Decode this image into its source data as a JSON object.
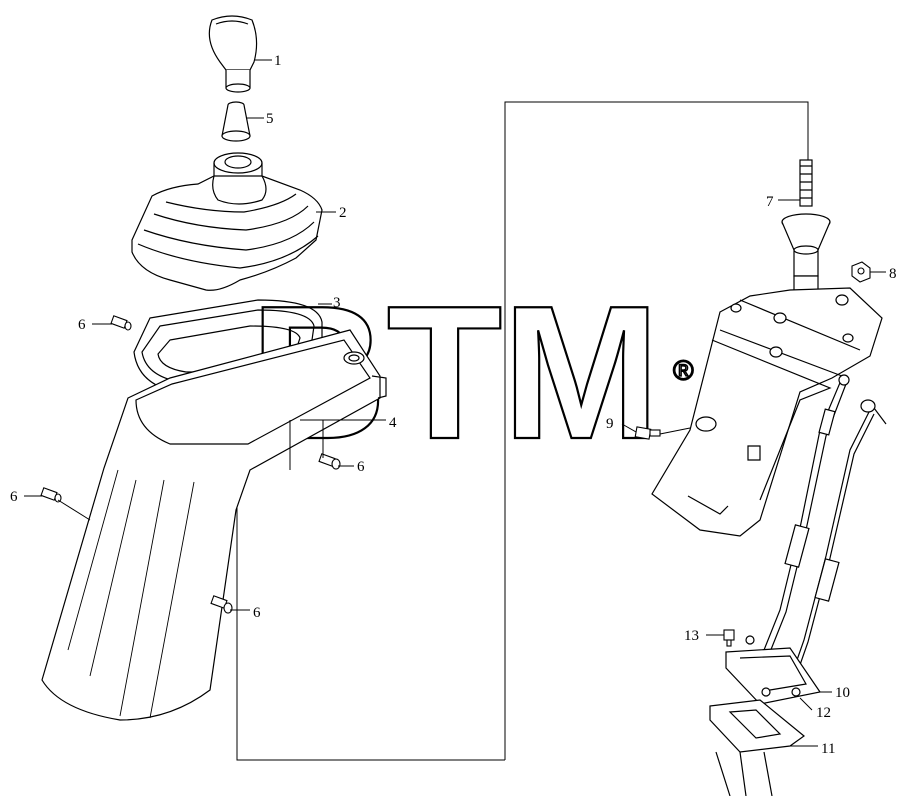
{
  "diagram": {
    "watermark": {
      "text": "BTM",
      "mark": "®"
    },
    "callouts": [
      {
        "id": "c1",
        "label": "1"
      },
      {
        "id": "c5",
        "label": "5"
      },
      {
        "id": "c2",
        "label": "2"
      },
      {
        "id": "c3",
        "label": "3"
      },
      {
        "id": "c4",
        "label": "4"
      },
      {
        "id": "c6a",
        "label": "6"
      },
      {
        "id": "c6b",
        "label": "6"
      },
      {
        "id": "c6c",
        "label": "6"
      },
      {
        "id": "c6d",
        "label": "6"
      },
      {
        "id": "c7",
        "label": "7"
      },
      {
        "id": "c8",
        "label": "8"
      },
      {
        "id": "c9",
        "label": "9"
      },
      {
        "id": "c10",
        "label": "10"
      },
      {
        "id": "c11",
        "label": "11"
      },
      {
        "id": "c12",
        "label": "12"
      },
      {
        "id": "c13",
        "label": "13"
      }
    ]
  }
}
